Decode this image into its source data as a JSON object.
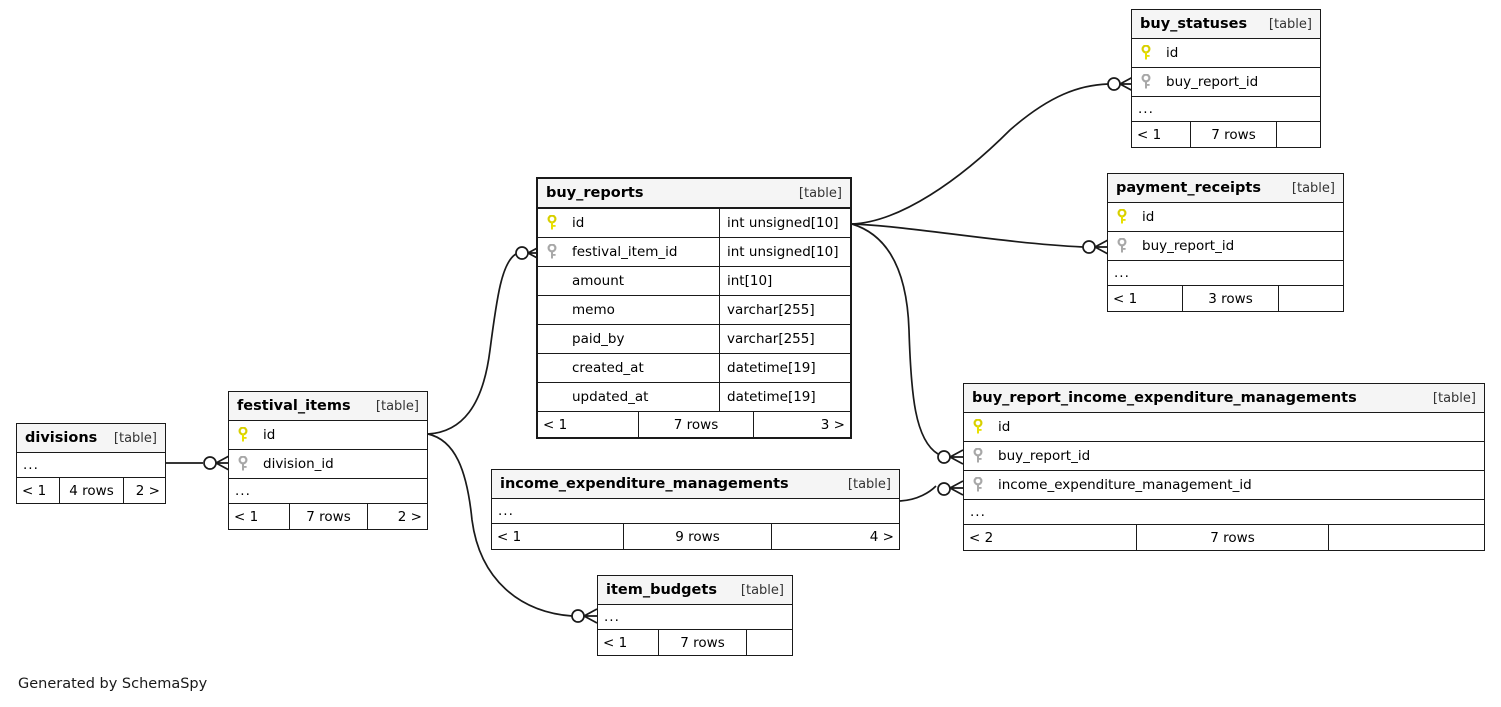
{
  "diagram": {
    "generator_note": "Generated by SchemaSpy",
    "table_tag": "[table]",
    "ellipsis": "...",
    "key_pk_color": "#e8e000",
    "key_fk_color": "#a8a8a8",
    "line_color": "#1a1a1a",
    "header_bg": "#f5f5f5"
  },
  "tables": [
    {
      "id": "buy_statuses",
      "name": "buy_statuses",
      "tag": "[table]",
      "columns": [
        {
          "name": "id",
          "key": "pk",
          "type": ""
        },
        {
          "name": "buy_report_id",
          "key": "fk",
          "type": ""
        }
      ],
      "has_ellipsis": true,
      "footer": {
        "left": "< 1",
        "mid": "7 rows",
        "right": ""
      }
    },
    {
      "id": "payment_receipts",
      "name": "payment_receipts",
      "tag": "[table]",
      "columns": [
        {
          "name": "id",
          "key": "pk",
          "type": ""
        },
        {
          "name": "buy_report_id",
          "key": "fk",
          "type": ""
        }
      ],
      "has_ellipsis": true,
      "footer": {
        "left": "< 1",
        "mid": "3 rows",
        "right": ""
      }
    },
    {
      "id": "buy_reports",
      "name": "buy_reports",
      "tag": "[table]",
      "columns": [
        {
          "name": "id",
          "key": "pk",
          "type": "int unsigned[10]"
        },
        {
          "name": "festival_item_id",
          "key": "fk",
          "type": "int unsigned[10]"
        },
        {
          "name": "amount",
          "key": "none",
          "type": "int[10]"
        },
        {
          "name": "memo",
          "key": "none",
          "type": "varchar[255]"
        },
        {
          "name": "paid_by",
          "key": "none",
          "type": "varchar[255]"
        },
        {
          "name": "created_at",
          "key": "none",
          "type": "datetime[19]"
        },
        {
          "name": "updated_at",
          "key": "none",
          "type": "datetime[19]"
        }
      ],
      "has_ellipsis": false,
      "footer": {
        "left": "< 1",
        "mid": "7 rows",
        "right": "3 >"
      }
    },
    {
      "id": "buy_report_income_expenditure_managements",
      "name": "buy_report_income_expenditure_managements",
      "tag": "[table]",
      "columns": [
        {
          "name": "id",
          "key": "pk",
          "type": ""
        },
        {
          "name": "buy_report_id",
          "key": "fk",
          "type": ""
        },
        {
          "name": "income_expenditure_management_id",
          "key": "fk",
          "type": ""
        }
      ],
      "has_ellipsis": true,
      "footer": {
        "left": "< 2",
        "mid": "7 rows",
        "right": ""
      }
    },
    {
      "id": "income_expenditure_managements",
      "name": "income_expenditure_managements",
      "tag": "[table]",
      "columns": [],
      "has_ellipsis": true,
      "footer": {
        "left": "< 1",
        "mid": "9 rows",
        "right": "4 >"
      }
    },
    {
      "id": "festival_items",
      "name": "festival_items",
      "tag": "[table]",
      "columns": [
        {
          "name": "id",
          "key": "pk",
          "type": ""
        },
        {
          "name": "division_id",
          "key": "fk",
          "type": ""
        }
      ],
      "has_ellipsis": true,
      "footer": {
        "left": "< 1",
        "mid": "7 rows",
        "right": "2 >"
      }
    },
    {
      "id": "divisions",
      "name": "divisions",
      "tag": "[table]",
      "columns": [],
      "has_ellipsis": true,
      "footer": {
        "left": "< 1",
        "mid": "4 rows",
        "right": "2 >"
      }
    },
    {
      "id": "item_budgets",
      "name": "item_budgets",
      "tag": "[table]",
      "columns": [],
      "has_ellipsis": true,
      "footer": {
        "left": "< 1",
        "mid": "7 rows",
        "right": ""
      }
    }
  ],
  "relationships": [
    {
      "from": "buy_reports.id",
      "to": "buy_statuses.buy_report_id"
    },
    {
      "from": "buy_reports.id",
      "to": "payment_receipts.buy_report_id"
    },
    {
      "from": "buy_reports.id",
      "to": "buy_report_income_expenditure_managements.buy_report_id"
    },
    {
      "from": "income_expenditure_managements",
      "to": "buy_report_income_expenditure_managements.income_expenditure_management_id"
    },
    {
      "from": "festival_items.id",
      "to": "buy_reports.festival_item_id"
    },
    {
      "from": "festival_items.id",
      "to": "item_budgets"
    },
    {
      "from": "divisions",
      "to": "festival_items.division_id"
    }
  ]
}
